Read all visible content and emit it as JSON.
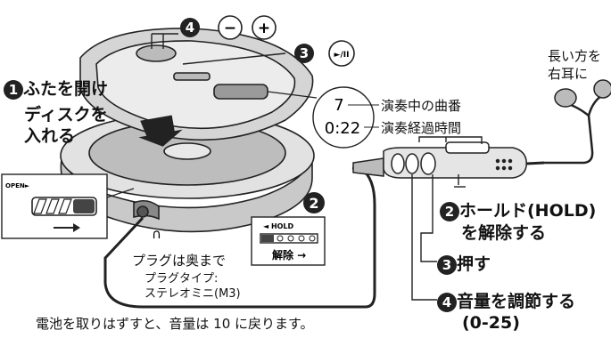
{
  "callouts": {
    "step1": {
      "num": "1",
      "line1": "ふたを開け",
      "line2": "ディスクを",
      "line3": "入れる"
    },
    "step2": {
      "num": "2",
      "label": "ホールド(HOLD)",
      "label2": "を解除する"
    },
    "step3": {
      "num": "3",
      "label": "押す"
    },
    "step4": {
      "num": "4",
      "label": "音量を調節する",
      "range": "(0-25)"
    },
    "player_step3_num": "3",
    "player_step4_num": "4",
    "player_step2_num": "2"
  },
  "buttons": {
    "minus": "−",
    "plus": "+",
    "play_pause": "►/II"
  },
  "display": {
    "track": "7",
    "time": "0:22",
    "track_label": "演奏中の曲番",
    "time_label": "演奏経過時間"
  },
  "earphones": {
    "line1": "長い方を",
    "line2": "右耳に"
  },
  "hold_panel": {
    "title": "◄ HOLD",
    "release": "解除 →"
  },
  "open_panel": {
    "title": "OPEN►",
    "arrow": "→"
  },
  "plug": {
    "note": "プラグは奥まで",
    "type_line1": "プラグタイプ:",
    "type_line2": "ステレオミニ(M3)"
  },
  "footer": "電池を取りはずすと、音量は 10 に戻ります。",
  "colors": {
    "ink": "#222222",
    "gray_fill": "#c8c8c8",
    "light_fill": "#e6e6e6",
    "bg": "#ffffff"
  }
}
